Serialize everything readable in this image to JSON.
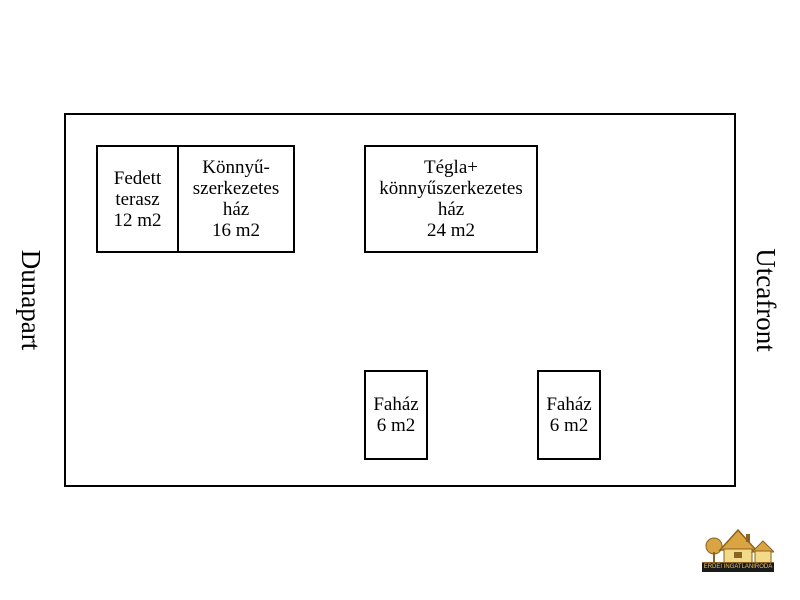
{
  "labels": {
    "left": "Dunapart",
    "right": "Utcafront"
  },
  "buildings": {
    "terrace": {
      "lines": [
        "Fedett",
        "terasz",
        "12 m2"
      ]
    },
    "light_house": {
      "lines": [
        "Könnyű-",
        "szerkezetes",
        "ház",
        "16 m2"
      ]
    },
    "brick_house": {
      "lines": [
        "Tégla+",
        "könnyűszerkezetes",
        "ház",
        "24 m2"
      ]
    },
    "cabin_1": {
      "lines": [
        "Faház",
        "6 m2"
      ]
    },
    "cabin_2": {
      "lines": [
        "Faház",
        "6 m2"
      ]
    }
  },
  "logo": {
    "text": "ERDEI INGATLANIRODA",
    "colors": {
      "gold": "#d9a441",
      "dark": "#1a1a1a"
    }
  }
}
